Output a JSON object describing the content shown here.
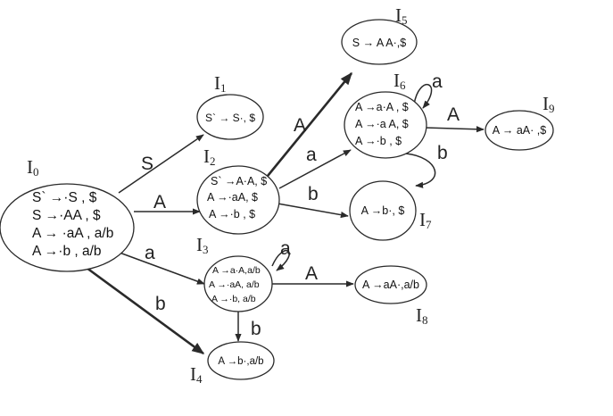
{
  "states": {
    "I0": {
      "name": "I",
      "sub": "0",
      "items": [
        "S` →·S , $",
        "S →·AA , $",
        "A → ·aA , a/b",
        "A →·b , a/b"
      ]
    },
    "I1": {
      "name": "I",
      "sub": "1",
      "items": [
        "S` → S·, $"
      ]
    },
    "I2": {
      "name": "I",
      "sub": "2",
      "items": [
        "S` →A·A, $",
        "A →·aA, $",
        "A →·b , $"
      ]
    },
    "I3": {
      "name": "I",
      "sub": "3",
      "items": [
        "A →a·A,a/b",
        "A →·aA, a/b",
        "A →·b, a/b"
      ]
    },
    "I4": {
      "name": "I",
      "sub": "4",
      "items": [
        "A →b·,a/b"
      ]
    },
    "I5": {
      "name": "I",
      "sub": "5",
      "items": [
        "S → A A·,$"
      ]
    },
    "I6": {
      "name": "I",
      "sub": "6",
      "items": [
        "A →a·A , $",
        "A →·a A, $",
        "A →·b , $"
      ]
    },
    "I7": {
      "name": "I",
      "sub": "7",
      "items": [
        "A →b·, $"
      ]
    },
    "I8": {
      "name": "I",
      "sub": "8",
      "items": [
        "A →aA·,a/b"
      ]
    },
    "I9": {
      "name": "I",
      "sub": "9",
      "items": [
        "A → aA· ,$"
      ]
    }
  },
  "transitions": {
    "I0_I1": "S",
    "I0_I2": "A",
    "I0_I3": "a",
    "I0_I4": "b",
    "I2_I5": "A",
    "I2_I6": "a",
    "I2_I7": "b",
    "I3_I3": "a",
    "I3_I8": "A",
    "I3_I4": "b",
    "I6_I6": "a",
    "I6_I9": "A",
    "I6_I7": "b"
  }
}
